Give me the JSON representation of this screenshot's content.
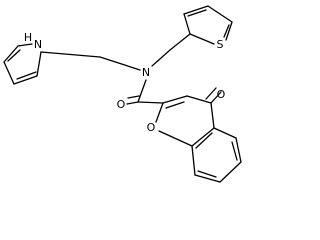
{
  "structure": {
    "atom_labels": {
      "pyrrole_nitrogen": "N",
      "pyrrole_nh_hydrogen": "H",
      "amide_nitrogen": "N",
      "thiophene_sulfur": "S",
      "amide_oxygen": "O",
      "chromone_ring_oxygen": "O",
      "chromone_ketone_oxygen": "O"
    },
    "colors": {
      "bond": "#000000",
      "label": "#000000",
      "background": "#ffffff"
    }
  }
}
